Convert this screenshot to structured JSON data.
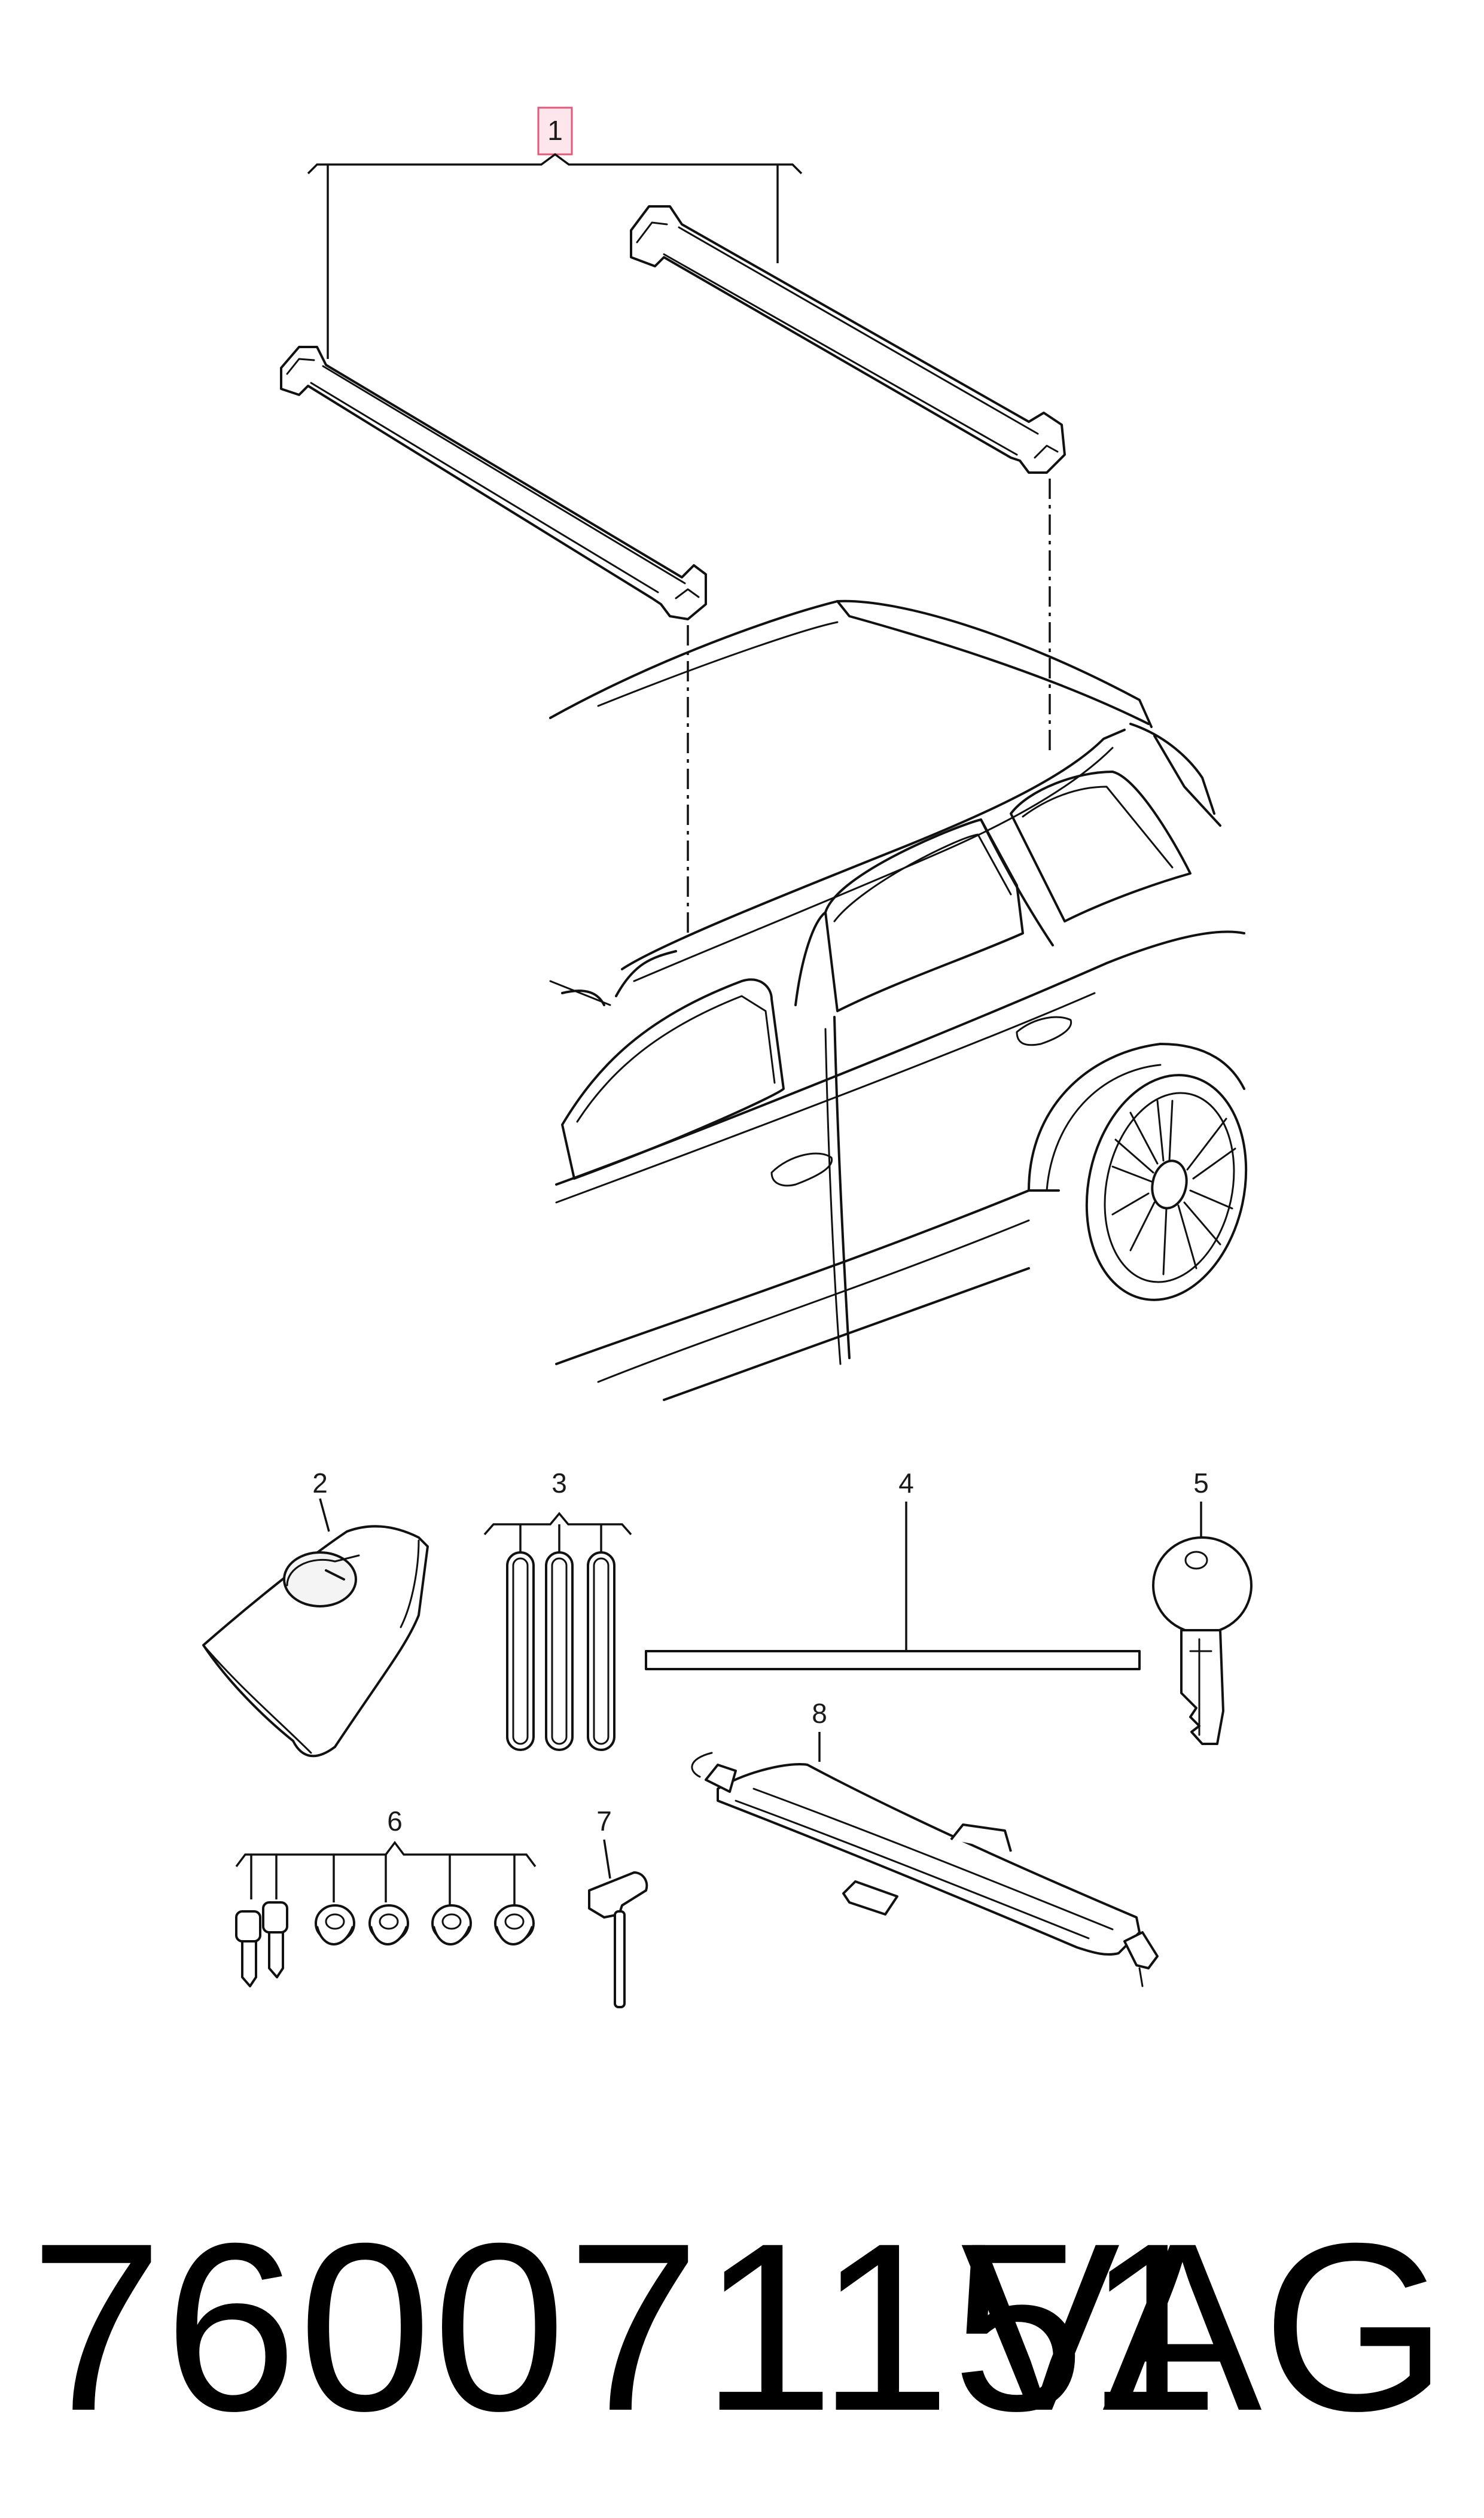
{
  "diagram": {
    "callouts": [
      {
        "id": "1",
        "label": "1",
        "highlighted": true
      },
      {
        "id": "2",
        "label": "2"
      },
      {
        "id": "3",
        "label": "3"
      },
      {
        "id": "4",
        "label": "4"
      },
      {
        "id": "5",
        "label": "5"
      },
      {
        "id": "6",
        "label": "6"
      },
      {
        "id": "7",
        "label": "7"
      },
      {
        "id": "8",
        "label": "8"
      }
    ],
    "highlight_color": "#e05a7a",
    "highlight_fill": "#fde6ec",
    "line_color": "#111111"
  },
  "footer": {
    "part_number": "760071151",
    "brand": "VAG"
  }
}
